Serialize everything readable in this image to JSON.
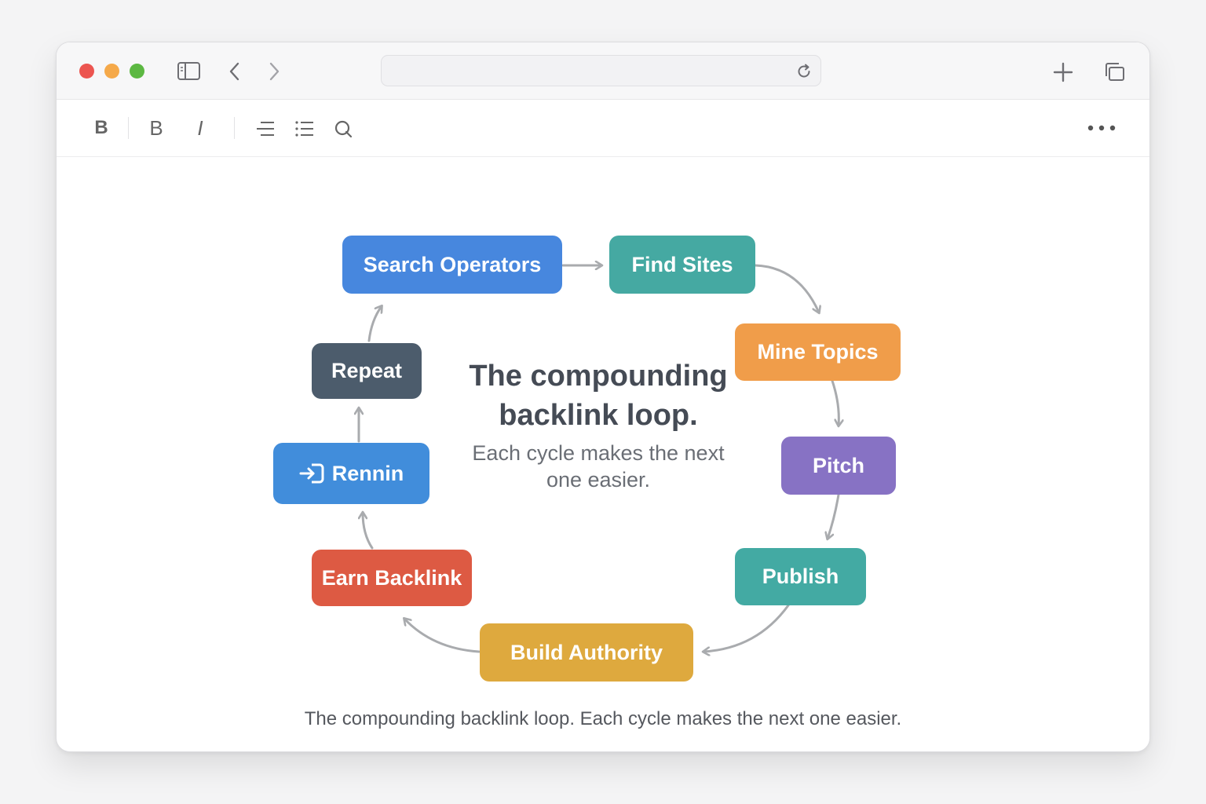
{
  "window": {
    "traffic_lights": [
      {
        "name": "close",
        "color": "#ec5550"
      },
      {
        "name": "minimize",
        "color": "#f5a94a"
      },
      {
        "name": "maximize",
        "color": "#5cb842"
      }
    ],
    "titlebar_icons": [
      "sidebar-toggle-icon",
      "back-chevron-icon",
      "forward-chevron-icon",
      "reload-icon",
      "new-tab-plus-icon",
      "tabs-overview-icon"
    ],
    "address_bar": {
      "value": ""
    }
  },
  "toolbar": {
    "style_label": "B",
    "bold_label": "B",
    "italic_label": "I",
    "icons": [
      "align-list-icon",
      "bullet-list-icon",
      "search-icon",
      "more-options-icon"
    ]
  },
  "diagram": {
    "center_title": "The compounding backlink loop.",
    "center_subtitle": "Each cycle makes the next one easier.",
    "nodes": [
      {
        "label": "Search Operators",
        "color": "#4787de"
      },
      {
        "label": "Find Sites",
        "color": "#45a9a2"
      },
      {
        "label": "Mine Topics",
        "color": "#f09d4a"
      },
      {
        "label": "Pitch",
        "color": "#8772c4"
      },
      {
        "label": "Publish",
        "color": "#43aaa3"
      },
      {
        "label": "Build Authority",
        "color": "#dea93e"
      },
      {
        "label": "Earn Backlink",
        "color": "#dd5a43"
      },
      {
        "label": "Rennin",
        "color": "#418ddb",
        "icon": "login-arrow-icon"
      },
      {
        "label": "Repeat",
        "color": "#4c5c6c"
      }
    ],
    "arrow_color": "#a9abae",
    "caption": "The compounding backlink loop. Each cycle makes the next one easier."
  }
}
